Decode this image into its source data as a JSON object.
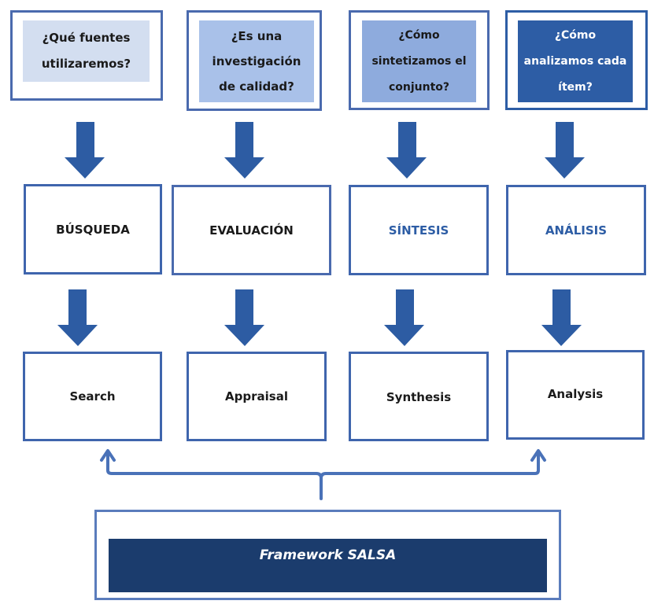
{
  "questions": [
    {
      "text": "¿Qué fuentes utilizaremos?",
      "lines": [
        "¿Qué fuentes",
        "utilizaremos?"
      ]
    },
    {
      "text": "¿Es una investigación de calidad?",
      "lines": [
        "¿Es una",
        "investigación",
        "de calidad?"
      ]
    },
    {
      "text": "¿Cómo sintetizamos el conjunto?",
      "lines": [
        "¿Cómo",
        "sintetizamos el",
        "conjunto?"
      ]
    },
    {
      "text": "¿Cómo analizamos cada ítem?",
      "lines": [
        "¿Cómo",
        "analizamos cada",
        "ítem?"
      ]
    }
  ],
  "stages_es": [
    "BÚSQUEDA",
    "EVALUACIÓN",
    "SÍNTESIS",
    "ANÁLISIS"
  ],
  "stages_en": [
    "Search",
    "Appraisal",
    "Synthesis",
    "Analysis"
  ],
  "framework": {
    "label": "Framework SALSA"
  },
  "colors": {
    "arrow": "#2d5ca3",
    "border": "#4a6aae",
    "q1_fill": "#d3def0",
    "q2_fill": "#a9c1e9",
    "q3_fill": "#8eabdd",
    "q4_fill": "#2d5da5",
    "framework_fill": "#1b3c6d",
    "stage_blue_text": "#2d5da5"
  }
}
